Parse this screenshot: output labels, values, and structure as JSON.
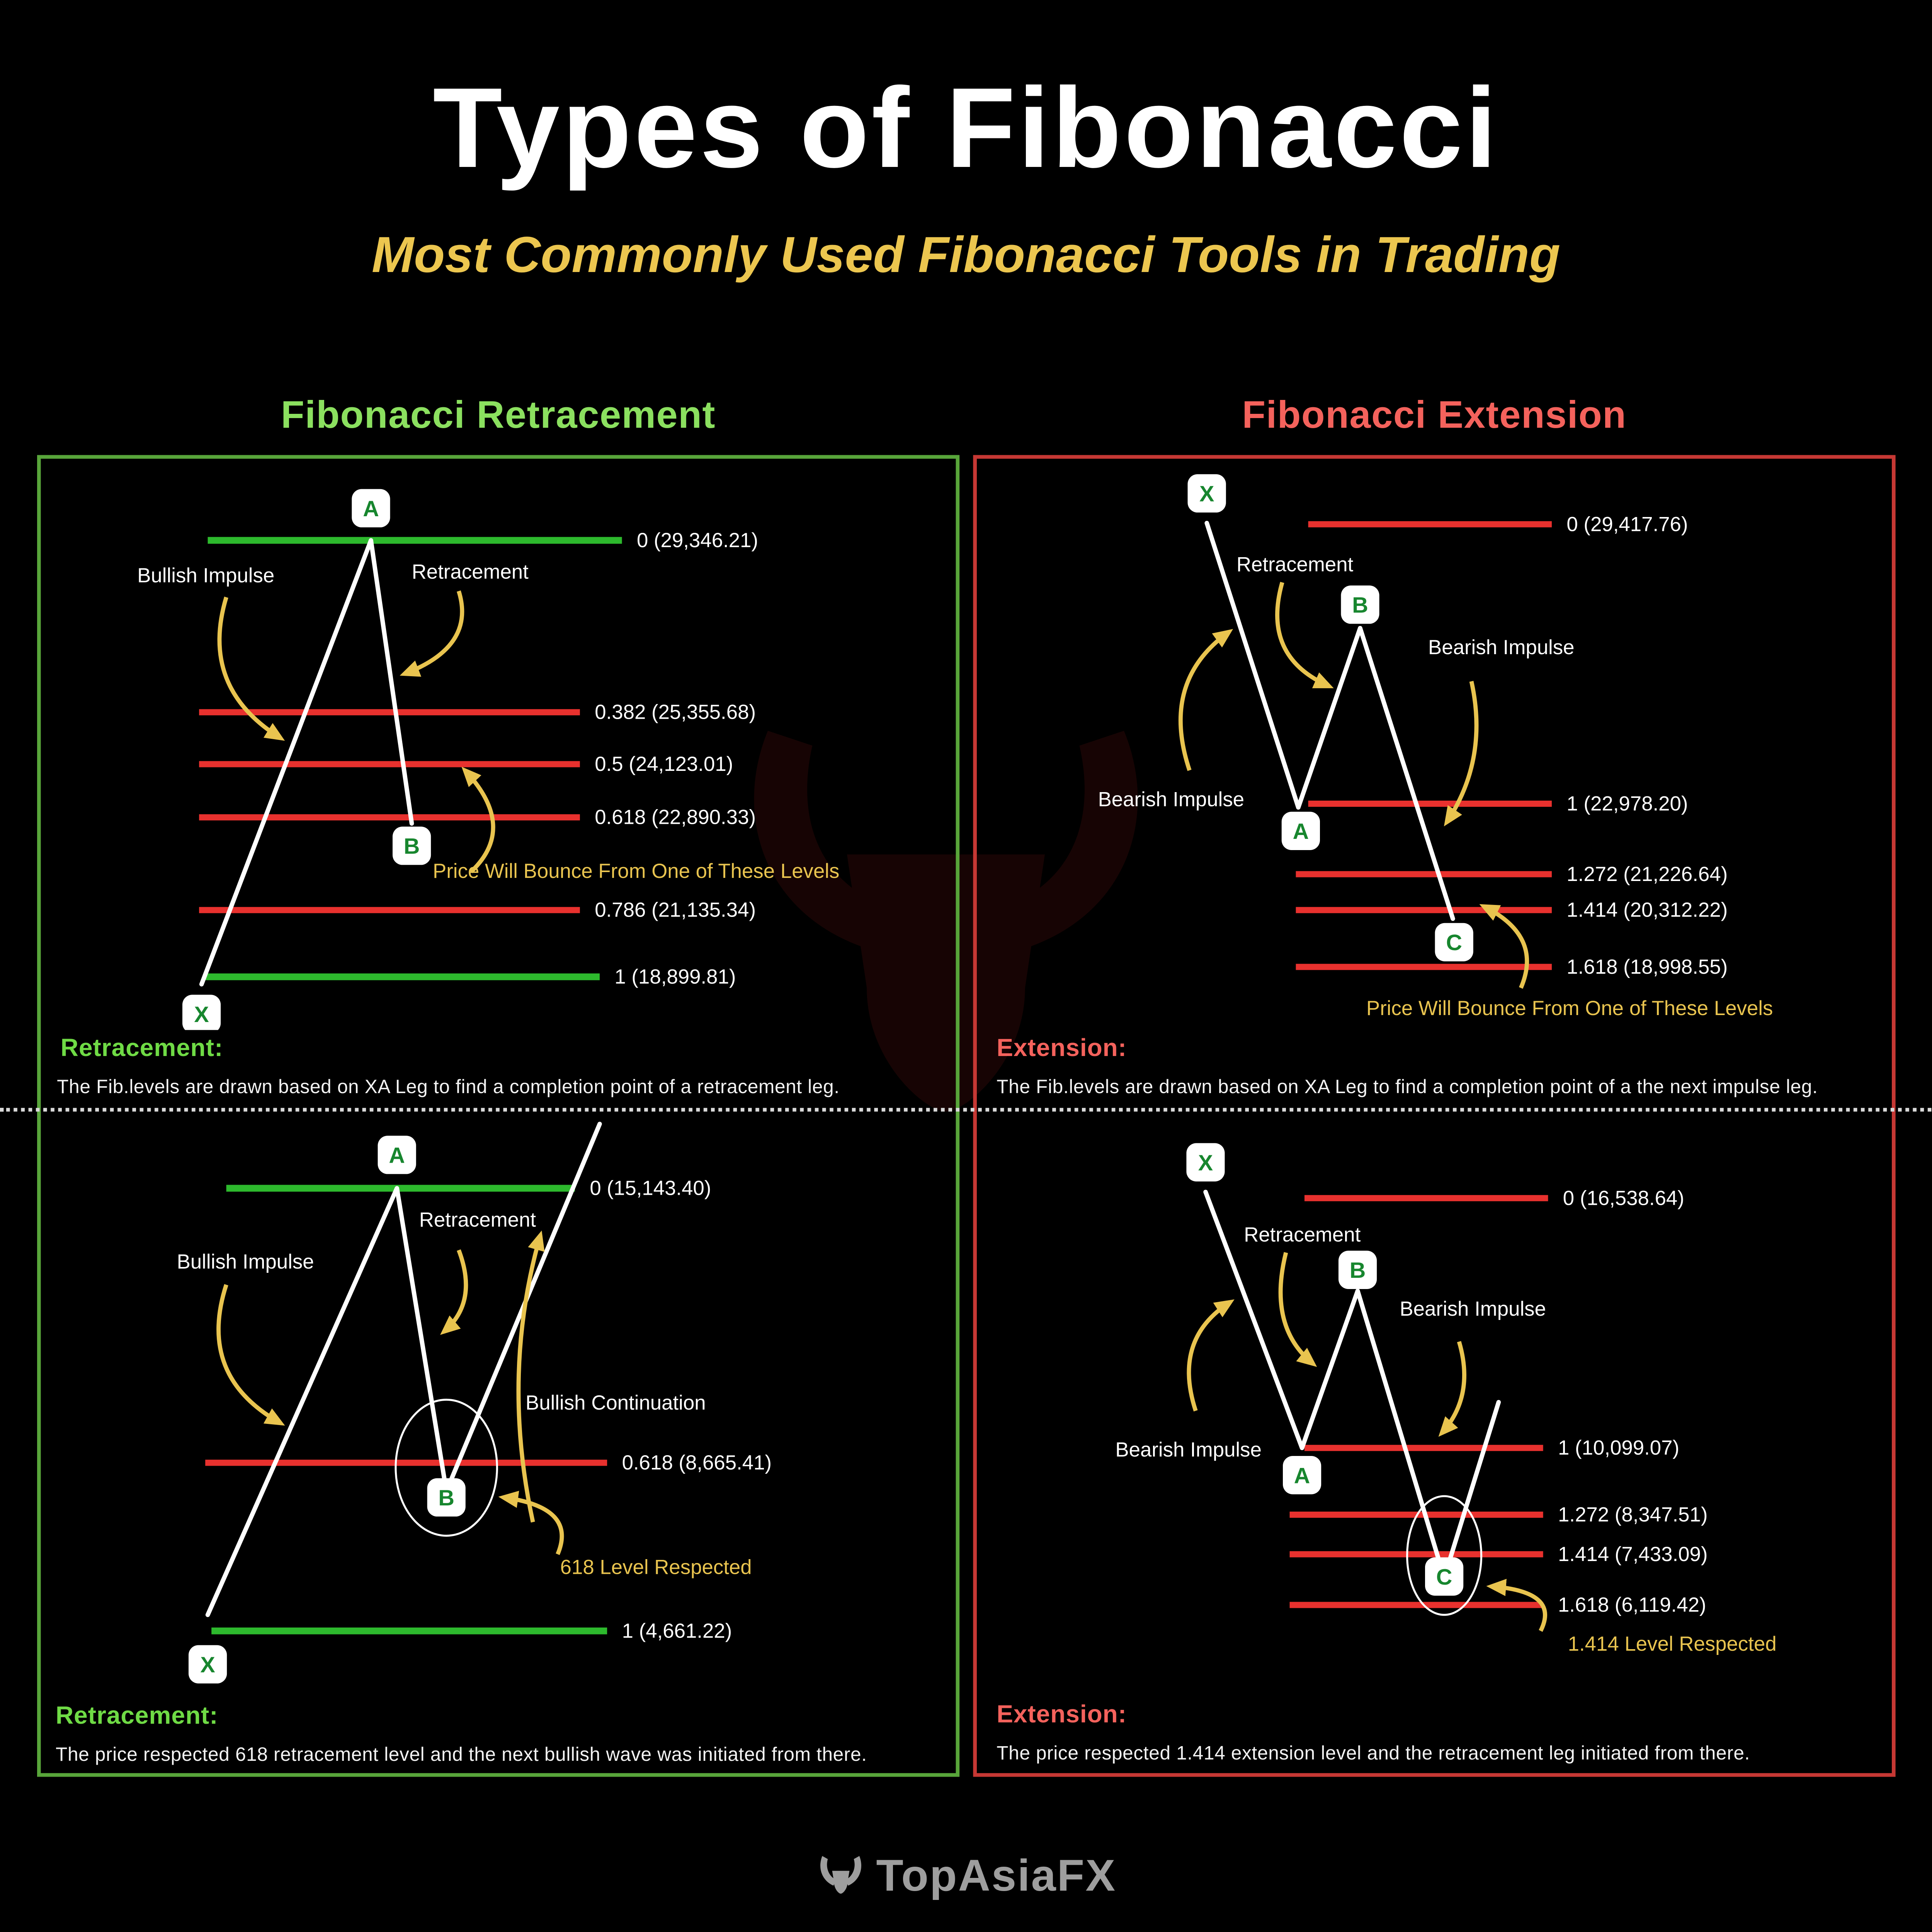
{
  "header": {
    "title": "Types of Fibonacci",
    "subtitle": "Most Commonly Used Fibonacci Tools in Trading"
  },
  "columns": {
    "left_heading": "Fibonacci Retracement",
    "right_heading": "Fibonacci Extension"
  },
  "point_labels": {
    "a": "A",
    "b": "B",
    "c": "C",
    "x": "X"
  },
  "colors": {
    "background": "#000000",
    "title_text": "#ffffff",
    "accent_yellow": "#e9c44f",
    "heading_green": "#8be05f",
    "heading_red": "#f4625c",
    "green_line": "#2db92d",
    "red_line": "#e8312e",
    "panel_border_green": "#58a53a",
    "panel_border_red": "#c63834",
    "badge_letter_green": "#17862e",
    "footer_gray": "#9e9e9e"
  },
  "panels": {
    "retracement_schematic": {
      "annotations": {
        "bullish_impulse": "Bullish Impulse",
        "retracement": "Retracement",
        "bounce": "Price Will Bounce From One of These Levels"
      },
      "levels": [
        "0 (29,346.21)",
        "0.382 (25,355.68)",
        "0.5 (24,123.01)",
        "0.618 (22,890.33)",
        "0.786 (21,135.34)",
        "1 (18,899.81)"
      ],
      "caption_heading": "Retracement:",
      "caption_body": "The Fib.levels are drawn based on XA Leg to find a completion point of a retracement leg."
    },
    "extension_schematic": {
      "annotations": {
        "retracement": "Retracement",
        "bearish_impulse_left": "Bearish Impulse",
        "bearish_impulse_right": "Bearish Impulse",
        "bounce": "Price Will Bounce From One of These Levels"
      },
      "levels": [
        "0 (29,417.76)",
        "1 (22,978.20)",
        "1.272 (21,226.64)",
        "1.414 (20,312.22)",
        "1.618 (18,998.55)"
      ],
      "caption_heading": "Extension:",
      "caption_body": "The Fib.levels are drawn based on XA Leg to find a completion point of a the next impulse leg."
    },
    "retracement_example": {
      "annotations": {
        "bullish_impulse": "Bullish Impulse",
        "retracement": "Retracement",
        "bullish_continuation": "Bullish Continuation",
        "respected": "618 Level Respected"
      },
      "levels": [
        "0 (15,143.40)",
        "0.618 (8,665.41)",
        "1 (4,661.22)"
      ],
      "caption_heading": "Retracement:",
      "caption_body": "The price respected 618 retracement level and the next bullish wave was initiated from there."
    },
    "extension_example": {
      "annotations": {
        "retracement": "Retracement",
        "bearish_impulse_left": "Bearish Impulse",
        "bearish_impulse_right": "Bearish Impulse",
        "respected": "1.414 Level Respected"
      },
      "levels": [
        "0 (16,538.64)",
        "1 (10,099.07)",
        "1.272 (8,347.51)",
        "1.414 (7,433.09)",
        "1.618 (6,119.42)"
      ],
      "caption_heading": "Extension:",
      "caption_body": "The price respected 1.414 extension level and the retracement leg initiated from there."
    }
  },
  "footer": {
    "brand": "TopAsiaFX"
  }
}
